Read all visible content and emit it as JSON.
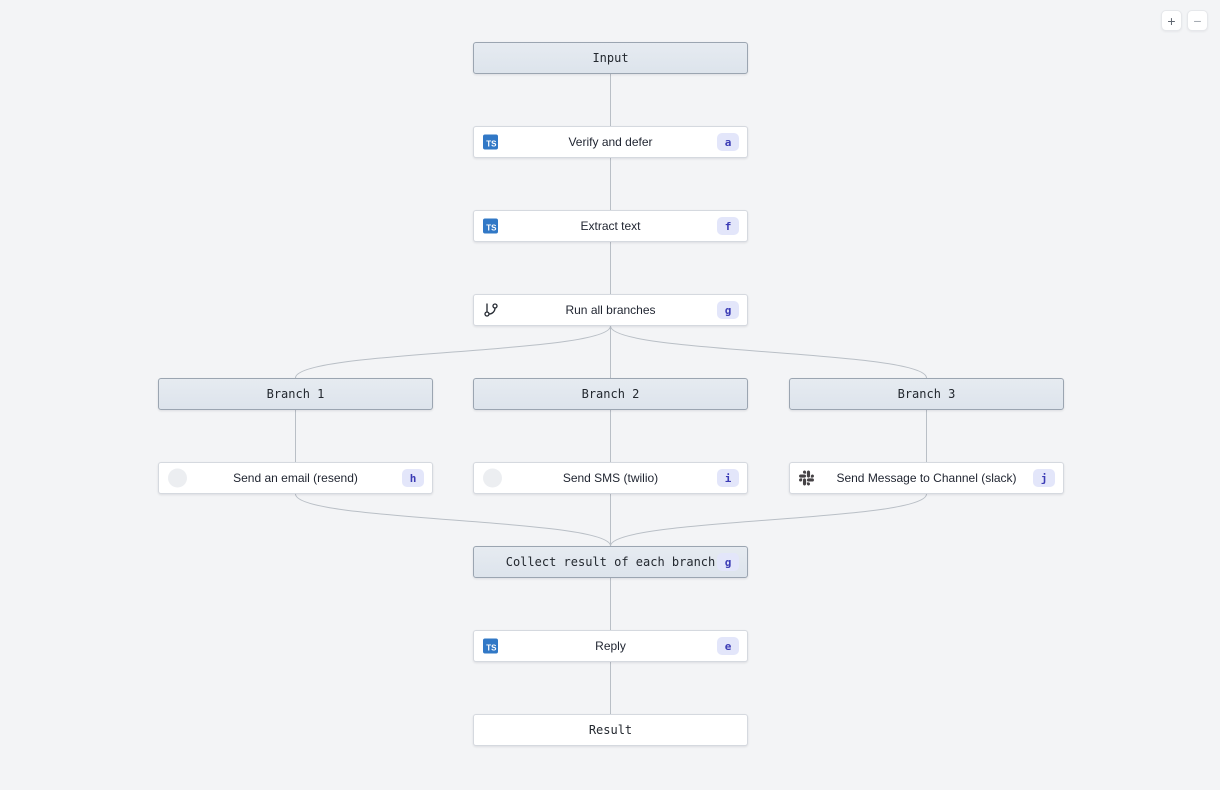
{
  "canvas": {
    "background_color": "#f3f4f6",
    "connector_color": "#b9bfc6"
  },
  "controls": {
    "zoom_in_label": "+",
    "zoom_out_label": "−"
  },
  "colors": {
    "header_fill": "#dde4ec",
    "header_border": "#9ba5b1",
    "task_fill": "#ffffff",
    "task_border": "#d5d9df",
    "badge_background": "#e3e6fa",
    "badge_text": "#3b3bb5",
    "typescript_blue": "#3178c6",
    "slack_icon_color": "#454245"
  },
  "nodes": [
    {
      "id": "input",
      "kind": "header",
      "label": "Input"
    },
    {
      "id": "verify",
      "kind": "task",
      "label": "Verify and defer",
      "icon": "typescript",
      "badge": "a"
    },
    {
      "id": "extract",
      "kind": "task",
      "label": "Extract text",
      "icon": "typescript",
      "badge": "f"
    },
    {
      "id": "runall",
      "kind": "task",
      "label": "Run all branches",
      "icon": "git-branch",
      "badge": "g"
    },
    {
      "id": "branch1",
      "kind": "header",
      "label": "Branch 1"
    },
    {
      "id": "branch2",
      "kind": "header",
      "label": "Branch 2"
    },
    {
      "id": "branch3",
      "kind": "header",
      "label": "Branch 3"
    },
    {
      "id": "email",
      "kind": "task",
      "label": "Send an email (resend)",
      "icon": "resend",
      "badge": "h"
    },
    {
      "id": "sms",
      "kind": "task",
      "label": "Send SMS (twilio)",
      "icon": "twilio",
      "badge": "i"
    },
    {
      "id": "slack",
      "kind": "task",
      "label": "Send Message to Channel (slack)",
      "icon": "slack",
      "badge": "j"
    },
    {
      "id": "collect",
      "kind": "header",
      "label": "Collect result of each branch",
      "badge": "g"
    },
    {
      "id": "reply",
      "kind": "task",
      "label": "Reply",
      "icon": "typescript",
      "badge": "e"
    },
    {
      "id": "result",
      "kind": "result",
      "label": "Result"
    }
  ]
}
